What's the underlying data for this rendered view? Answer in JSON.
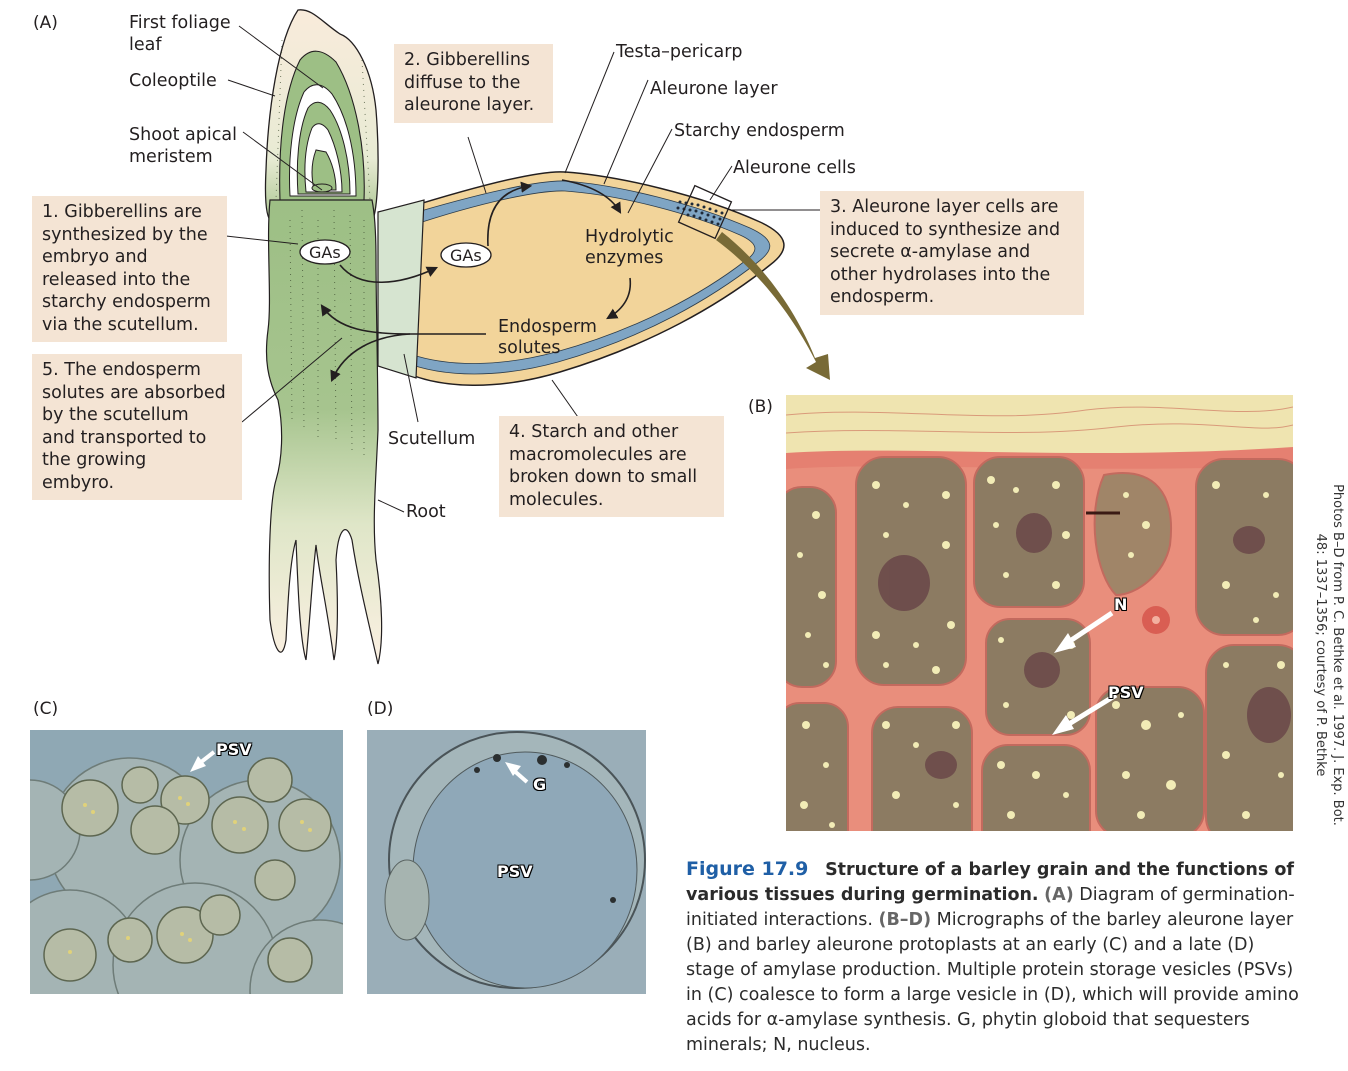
{
  "panels": {
    "a": "(A)",
    "b": "(B)",
    "c": "(C)",
    "d": "(D)"
  },
  "diagram_labels": {
    "first_foliage_leaf": [
      "First foliage",
      "leaf"
    ],
    "coleoptile": "Coleoptile",
    "shoot_apical_meristem": [
      "Shoot apical",
      "meristem"
    ],
    "testa_pericarp": "Testa–pericarp",
    "aleurone_layer": "Aleurone layer",
    "starchy_endosperm": "Starchy endosperm",
    "aleurone_cells": "Aleurone cells",
    "scutellum": "Scutellum",
    "root": "Root",
    "gas_embryo": "GAs",
    "gas_endosperm": "GAs",
    "hydrolytic_enzymes": [
      "Hydrolytic",
      "enzymes"
    ],
    "endosperm_solutes": [
      "Endosperm",
      "solutes"
    ]
  },
  "steps": [
    {
      "id": 1,
      "lines": [
        "1. Gibberellins are",
        "synthesized by the",
        "embryo and",
        "released into the",
        "starchy endosperm",
        "via the scutellum."
      ]
    },
    {
      "id": 2,
      "lines": [
        "2. Gibberellins",
        "diffuse to the",
        "aleurone layer."
      ]
    },
    {
      "id": 3,
      "lines": [
        "3. Aleurone layer cells are",
        "induced to synthesize and",
        "secrete α-amylase and",
        "other hydrolases into the",
        "endosperm."
      ]
    },
    {
      "id": 4,
      "lines": [
        "4. Starch and other",
        "macromolecules are",
        "broken down to small",
        "molecules."
      ]
    },
    {
      "id": 5,
      "lines": [
        "5. The endosperm",
        "solutes are absorbed",
        "by the scutellum",
        "and transported to",
        "the growing",
        "embyro."
      ]
    }
  ],
  "photo_labels": {
    "b_n": "N",
    "b_psv": "PSV",
    "c_psv": "PSV",
    "d_g": "G",
    "d_psv": "PSV"
  },
  "caption": {
    "figure": "Figure 17.9",
    "title": "Structure of a barley grain and the functions of various tissues during germination.",
    "ref_a": "(A)",
    "text_a": "Diagram of germination-initiated interactions.",
    "ref_bd": "(B–D)",
    "text_bd": "Micrographs of the barley aleurone layer (B) and barley aleurone protoplasts at an early (C) and a late (D) stage of amylase production. Multiple protein storage vesicles (PSVs) in (C) coalesce to form a large vesicle in (D), which will provide amino acids for α-amylase synthesis. G, phytin globoid that sequesters minerals; N, nucleus."
  },
  "credit": {
    "line1": "Photos B–D from P. C. Bethke et al. 1997. J. Exp. Bot.",
    "line2": "48: 1337–1356; courtesy of P. Bethke"
  },
  "colors": {
    "box_bg": "#f4e4d4",
    "embryo_green": "#9dbf85",
    "scutellum": "#d6e4d0",
    "endosperm": "#f2d49a",
    "aleurone_blue": "#7fa5c4",
    "arrow_olive": "#786a36",
    "figure_blue": "#1f5fa6"
  }
}
